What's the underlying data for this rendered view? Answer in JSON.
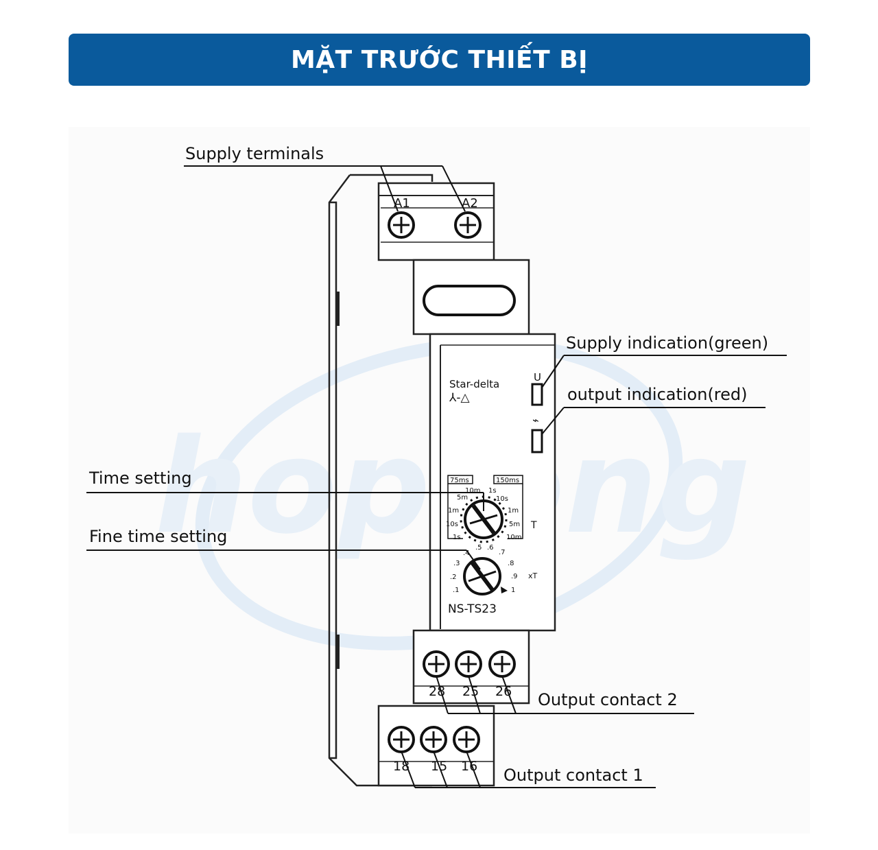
{
  "banner": {
    "title": "MẶT TRƯỚC THIẾT BỊ"
  },
  "watermark": {
    "text": "hoplong"
  },
  "labels": {
    "supply_terminals": "Supply terminals",
    "supply_indication": "Supply indication(green)",
    "output_indication": "output indication(red)",
    "time_setting": "Time setting",
    "fine_time_setting": "Fine time setting",
    "output_contact_2": "Output contact 2",
    "output_contact_1": "Output contact 1"
  },
  "device": {
    "mode_text": "Star-delta",
    "mode_symbol": "⅄-△",
    "model": "NS-TS23",
    "led_supply_symbol": "U",
    "led_output_symbol": "⌁",
    "terminals_top": [
      "A1",
      "A2"
    ],
    "terminals_upper_bottom": [
      "28",
      "25",
      "26"
    ],
    "terminals_lower_bottom": [
      "18",
      "15",
      "16"
    ],
    "time_dial": {
      "left_box": "75ms",
      "right_box": "150ms",
      "ticks_left": [
        "10m",
        "5m",
        "1m",
        "10s",
        "1s"
      ],
      "ticks_right": [
        "1s",
        "10s",
        "1m",
        "5m",
        "10m"
      ],
      "side_symbol": "T"
    },
    "fine_dial": {
      "ticks": [
        ".1",
        ".2",
        ".3",
        ".4",
        ".5",
        ".6",
        ".7",
        ".8",
        ".9",
        "1"
      ],
      "unit": "xT"
    }
  },
  "colors": {
    "banner_bg": "#0a5a9c",
    "banner_text": "#ffffff",
    "watermark": "#dfeaf5"
  }
}
